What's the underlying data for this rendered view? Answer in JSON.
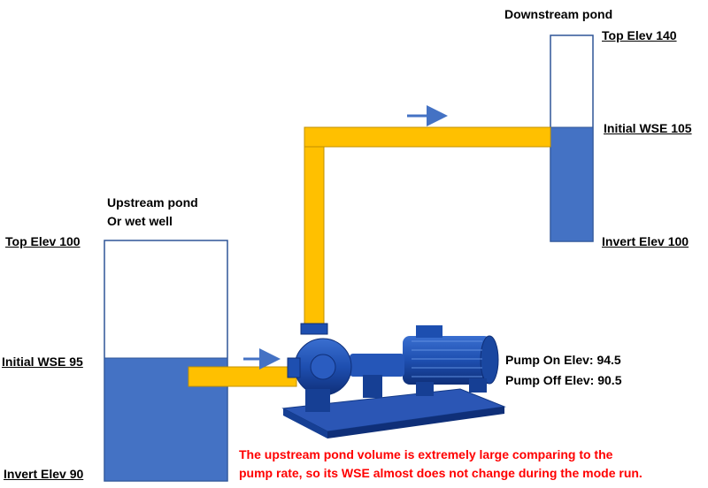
{
  "downstream": {
    "title": "Downstream pond",
    "top_elev": "Top Elev 140",
    "initial_wse": "Initial WSE 105",
    "invert_elev": "Invert Elev 100"
  },
  "upstream": {
    "title_line1": "Upstream pond",
    "title_line2": "Or wet well",
    "top_elev": "Top Elev 100",
    "initial_wse": "Initial WSE 95",
    "invert_elev": "Invert Elev 90"
  },
  "pump": {
    "on_elev": "Pump On Elev: 94.5",
    "off_elev": "Pump Off Elev: 90.5"
  },
  "note": {
    "line1": "The upstream pond volume is extremely large comparing to the",
    "line2": "pump rate, so its WSE almost does not change during the mode run."
  },
  "colors": {
    "water": "#4472c4",
    "pipe": "#ffc000",
    "pump_blue": "#1f4fa8",
    "note": "#ff0000"
  },
  "icons": {
    "flow_arrow": "arrow-right-icon",
    "pump": "centrifugal-pump-icon"
  }
}
